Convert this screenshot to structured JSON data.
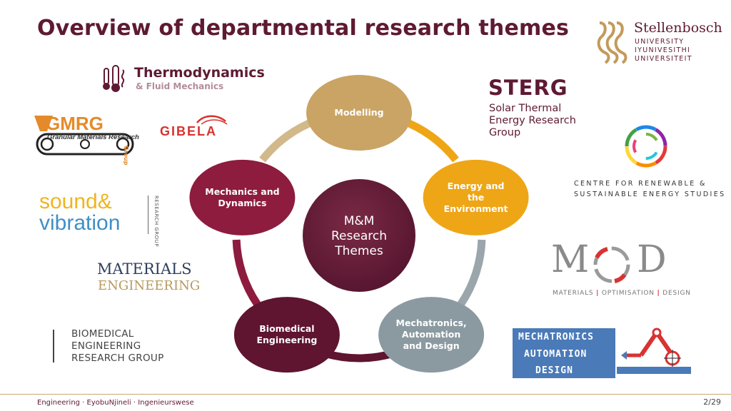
{
  "slide": {
    "title": "Overview of departmental research themes",
    "footer": "Engineering · EyobuNjineli · Ingenieurswese",
    "page": "2/29"
  },
  "diagram": {
    "center": [
      "M&M",
      "Research",
      "Themes"
    ],
    "nodes": [
      {
        "lines": [
          "Modelling"
        ],
        "color": "#c9a464"
      },
      {
        "lines": [
          "Energy and",
          "the",
          "Environment"
        ],
        "color": "#eea617"
      },
      {
        "lines": [
          "Mechatronics,",
          "Automation",
          "and Design"
        ],
        "color": "#8b9aa1"
      },
      {
        "lines": [
          "Biomedical",
          "Engineering"
        ],
        "color": "#5f1430"
      },
      {
        "lines": [
          "Mechanics and",
          "Dynamics"
        ],
        "color": "#8d1c3e"
      }
    ]
  },
  "logos": {
    "stellenbosch": {
      "name": "Stellenbosch",
      "lines": [
        "UNIVERSITY",
        "IYUNIVESITHI",
        "UNIVERSITEIT"
      ]
    },
    "thermo": {
      "line1": "Thermodynamics",
      "line2": "& Fluid Mechanics"
    },
    "gmrg": {
      "acronym": "GMRG",
      "full": "Granular Materials Research",
      "tail": "Group"
    },
    "gibela": {
      "text": "GIBELA"
    },
    "sound": {
      "line1": "sound&",
      "line2": "vibration",
      "side": "RESEARCH GROUP"
    },
    "materials": {
      "line1": "MATERIALS",
      "line2": "ENGINEERING"
    },
    "biomed": {
      "lines": [
        "BIOMEDICAL",
        "ENGINEERING",
        "RESEARCH GROUP"
      ]
    },
    "sterg": {
      "acronym": "STERG",
      "lines": [
        "Solar Thermal",
        "Energy Research",
        "Group"
      ]
    },
    "crses": {
      "lines": [
        "CENTRE FOR RENEWABLE &",
        "SUSTAINABLE ENERGY STUDIES"
      ]
    },
    "mod": {
      "left": "M",
      "right": "D",
      "sub1": "MATERIALS",
      "sub2": "OPTIMISATION",
      "sub3": "DESIGN"
    },
    "mad": {
      "lines": [
        "MECHATRONICS",
        "AUTOMATION",
        "DESIGN"
      ]
    }
  },
  "colors": {
    "maroon": "#5e1a33",
    "gold": "#b79a5e",
    "accent_blue": "#4a7ab8"
  }
}
